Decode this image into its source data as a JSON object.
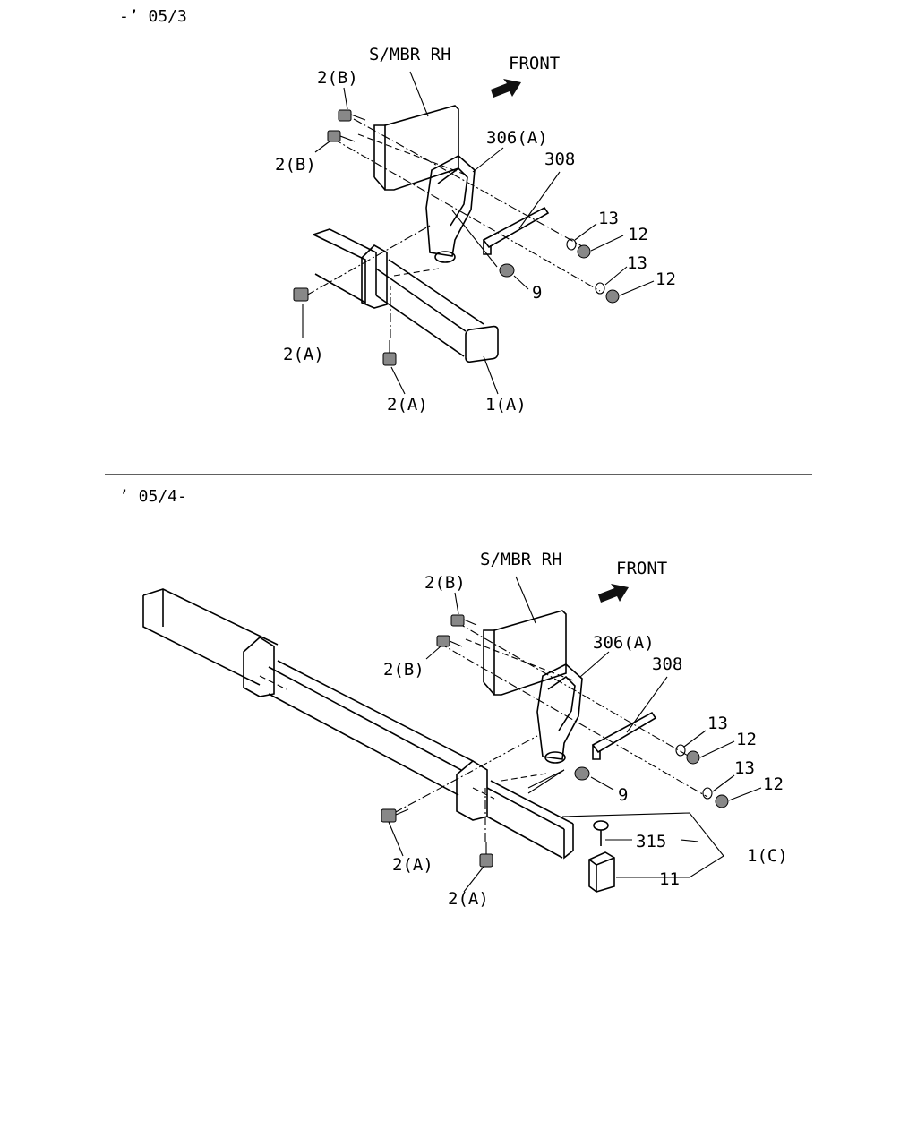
{
  "top_section": {
    "header": "-’ 05/3",
    "labels": {
      "smbr": "S/MBR RH",
      "front": "FRONT",
      "b1": "2(B)",
      "b2": "2(B)",
      "p306": "306(A)",
      "p308": "308",
      "p13a": "13",
      "p12a": "12",
      "p13b": "13",
      "p12b": "12",
      "p9": "9",
      "a1": "2(A)",
      "a2": "2(A)",
      "p1": "1(A)"
    }
  },
  "bottom_section": {
    "header": "’ 05/4-",
    "labels": {
      "smbr": "S/MBR RH",
      "front": "FRONT",
      "b1": "2(B)",
      "b2": "2(B)",
      "p306": "306(A)",
      "p308": "308",
      "p13a": "13",
      "p12a": "12",
      "p13b": "13",
      "p12b": "12",
      "p9": "9",
      "a1": "2(A)",
      "a2": "2(A)",
      "p315": "315",
      "p1c": "1(C)",
      "p11": "11"
    }
  }
}
